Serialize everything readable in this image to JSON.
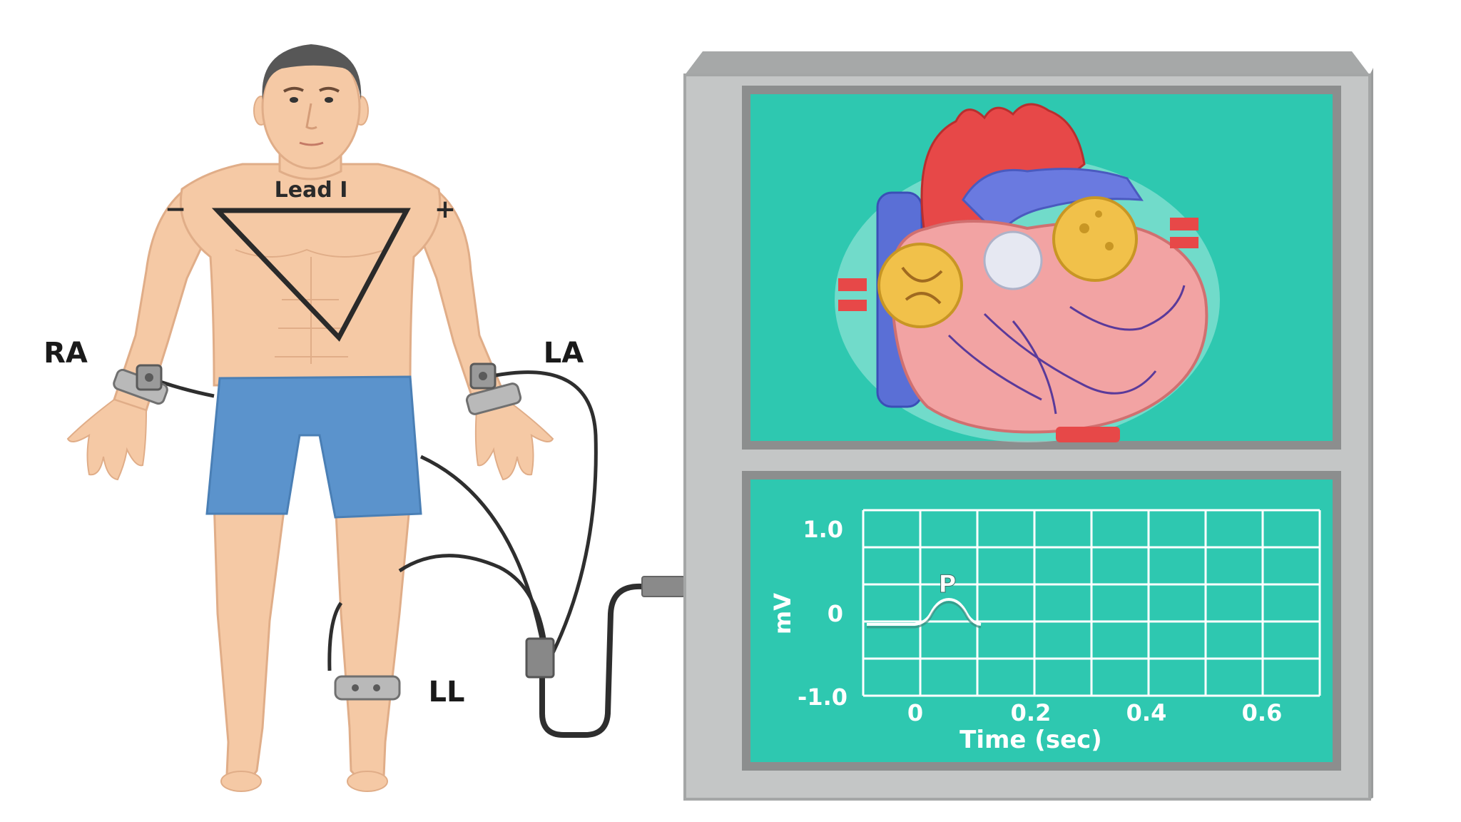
{
  "lead": {
    "title": "Lead I",
    "negative_sign": "−",
    "positive_sign": "+"
  },
  "electrodes": {
    "right_arm": "RA",
    "left_arm": "LA",
    "left_leg": "LL"
  },
  "monitor": {
    "screen_color": "#2ec8b0",
    "case_color": "#c4c6c6"
  },
  "ecg_chart": {
    "y_tick_top": "1.0",
    "y_tick_mid": "0",
    "y_tick_bottom": "-1.0",
    "y_label": "mV",
    "x_ticks": [
      "0",
      "0.2",
      "0.4",
      "0.6"
    ],
    "x_label": "Time (sec)",
    "wave_label": "P"
  }
}
